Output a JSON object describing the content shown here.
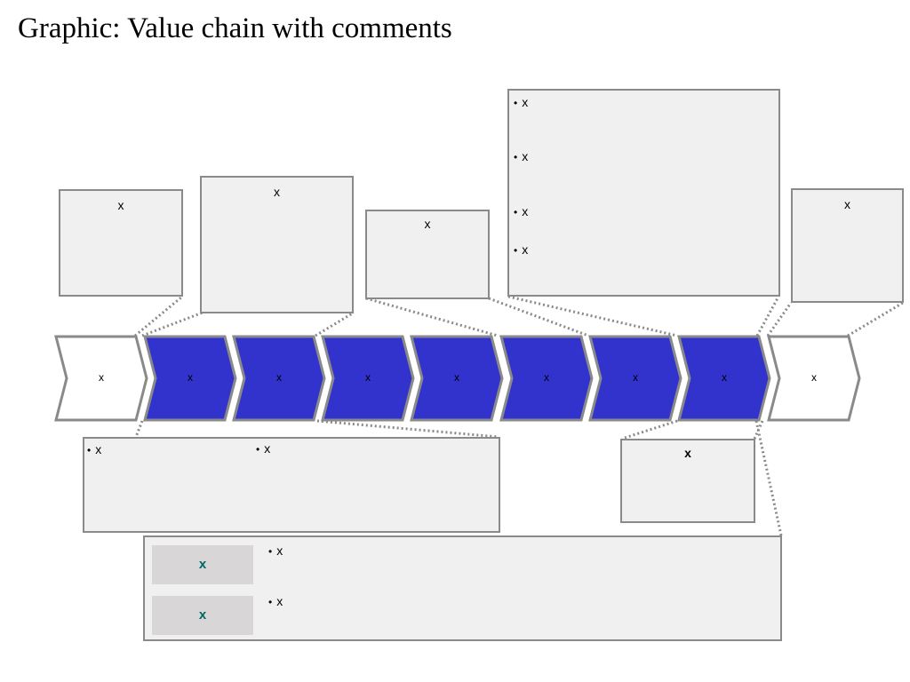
{
  "title": "Graphic: Value chain with comments",
  "colors": {
    "chevron_fill": "#3232cd",
    "chevron_white": "#ffffff",
    "border_gray": "#8a8a8a",
    "box_fill": "#f0f0f0",
    "tag_fill": "#d8d6d6",
    "tag_text": "#006666"
  },
  "chain": [
    {
      "label": "x",
      "style": "white"
    },
    {
      "label": "x",
      "style": "blue"
    },
    {
      "label": "x",
      "style": "blue"
    },
    {
      "label": "x",
      "style": "blue"
    },
    {
      "label": "x",
      "style": "blue"
    },
    {
      "label": "x",
      "style": "blue"
    },
    {
      "label": "x",
      "style": "blue"
    },
    {
      "label": "x",
      "style": "blue"
    },
    {
      "label": "x",
      "style": "white"
    }
  ],
  "comments_top": {
    "box1": "x",
    "box2": "x",
    "box3": "x",
    "box4_bullets": [
      "x",
      "x",
      "x",
      "x"
    ],
    "box5": "x"
  },
  "comments_bottom": {
    "wide_bullets": [
      "x",
      "x"
    ],
    "small_box": "x",
    "detail_rows": [
      {
        "tag": "x",
        "bullet": "x"
      },
      {
        "tag": "x",
        "bullet": "x"
      }
    ]
  }
}
